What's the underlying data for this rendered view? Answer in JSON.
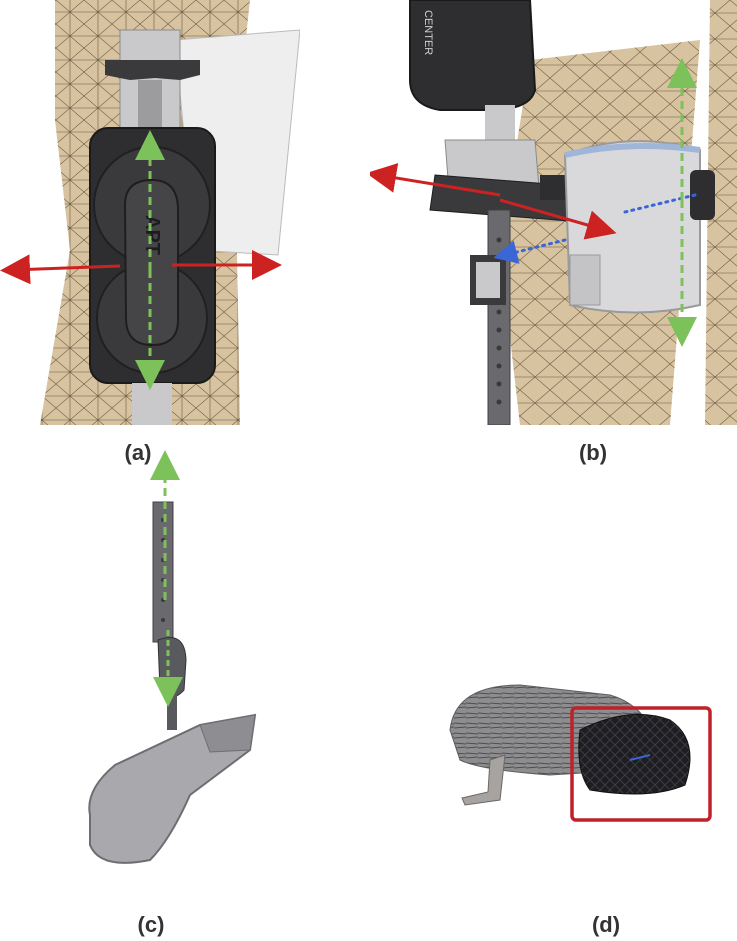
{
  "panels": {
    "a": {
      "caption": "(a)",
      "device_label": "APT"
    },
    "b": {
      "caption": "(b)",
      "device_label": "CENTER"
    },
    "c": {
      "caption": "(c)"
    },
    "d": {
      "caption": "(d)"
    }
  },
  "colors": {
    "background": "#ffffff",
    "skin_mesh": "#d8c3a0",
    "mesh_lines": "#6b5a44",
    "device_dark": "#3a3a3c",
    "metal": "#c9c9cb",
    "rotation_arrow": "#cc2222",
    "longitudinal_arrow": "#7cc15a",
    "translation_dots": "#3a66d6",
    "highlight_box": "#c0202a"
  }
}
